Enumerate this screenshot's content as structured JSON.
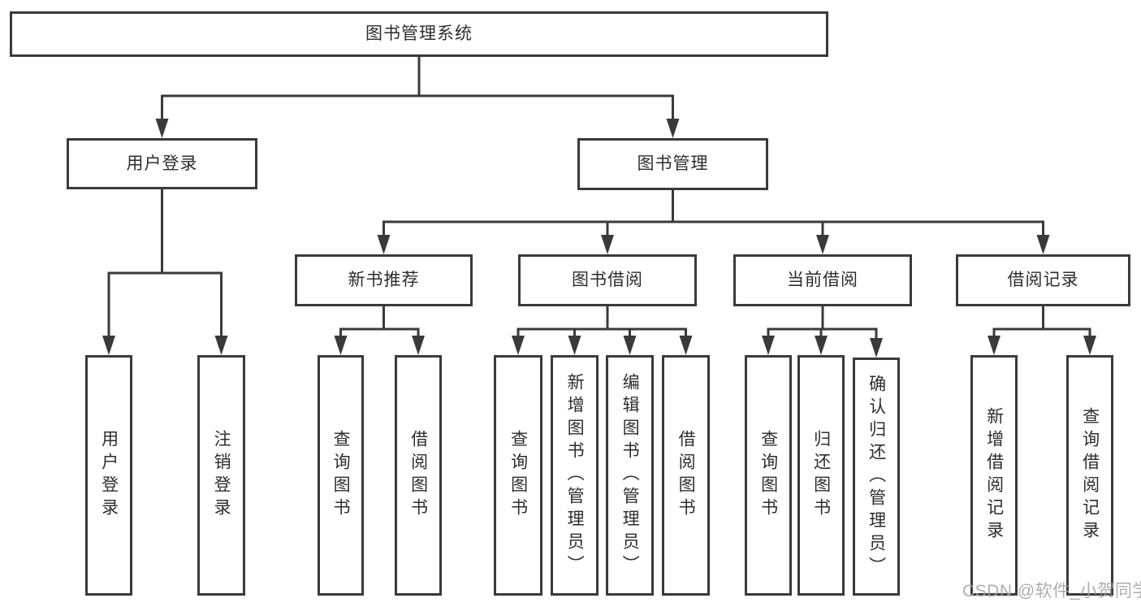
{
  "tree": {
    "root": "图书管理系统",
    "user_login": {
      "label": "用户登录",
      "children": [
        "用户登录",
        "注销登录"
      ]
    },
    "book_management": {
      "label": "图书管理",
      "modules": [
        {
          "label": "新书推荐",
          "children": [
            "查询图书",
            "借阅图书"
          ]
        },
        {
          "label": "图书借阅",
          "children": [
            "查询图书",
            "新增图书（管理员）",
            "编辑图书（管理员）",
            "借阅图书"
          ]
        },
        {
          "label": "当前借阅",
          "children": [
            "查询图书",
            "归还图书",
            "确认归还（管理员）"
          ]
        },
        {
          "label": "借阅记录",
          "children": [
            "新增借阅记录",
            "查询借阅记录"
          ]
        }
      ]
    }
  },
  "watermark": "CSDN @软件_小贺同学",
  "colors": {
    "line": "#3a3a3a",
    "box_border": "#3a3a3a",
    "text": "#2d2d2d",
    "watermark": "#a5a5a5",
    "background": "#ffffff"
  }
}
